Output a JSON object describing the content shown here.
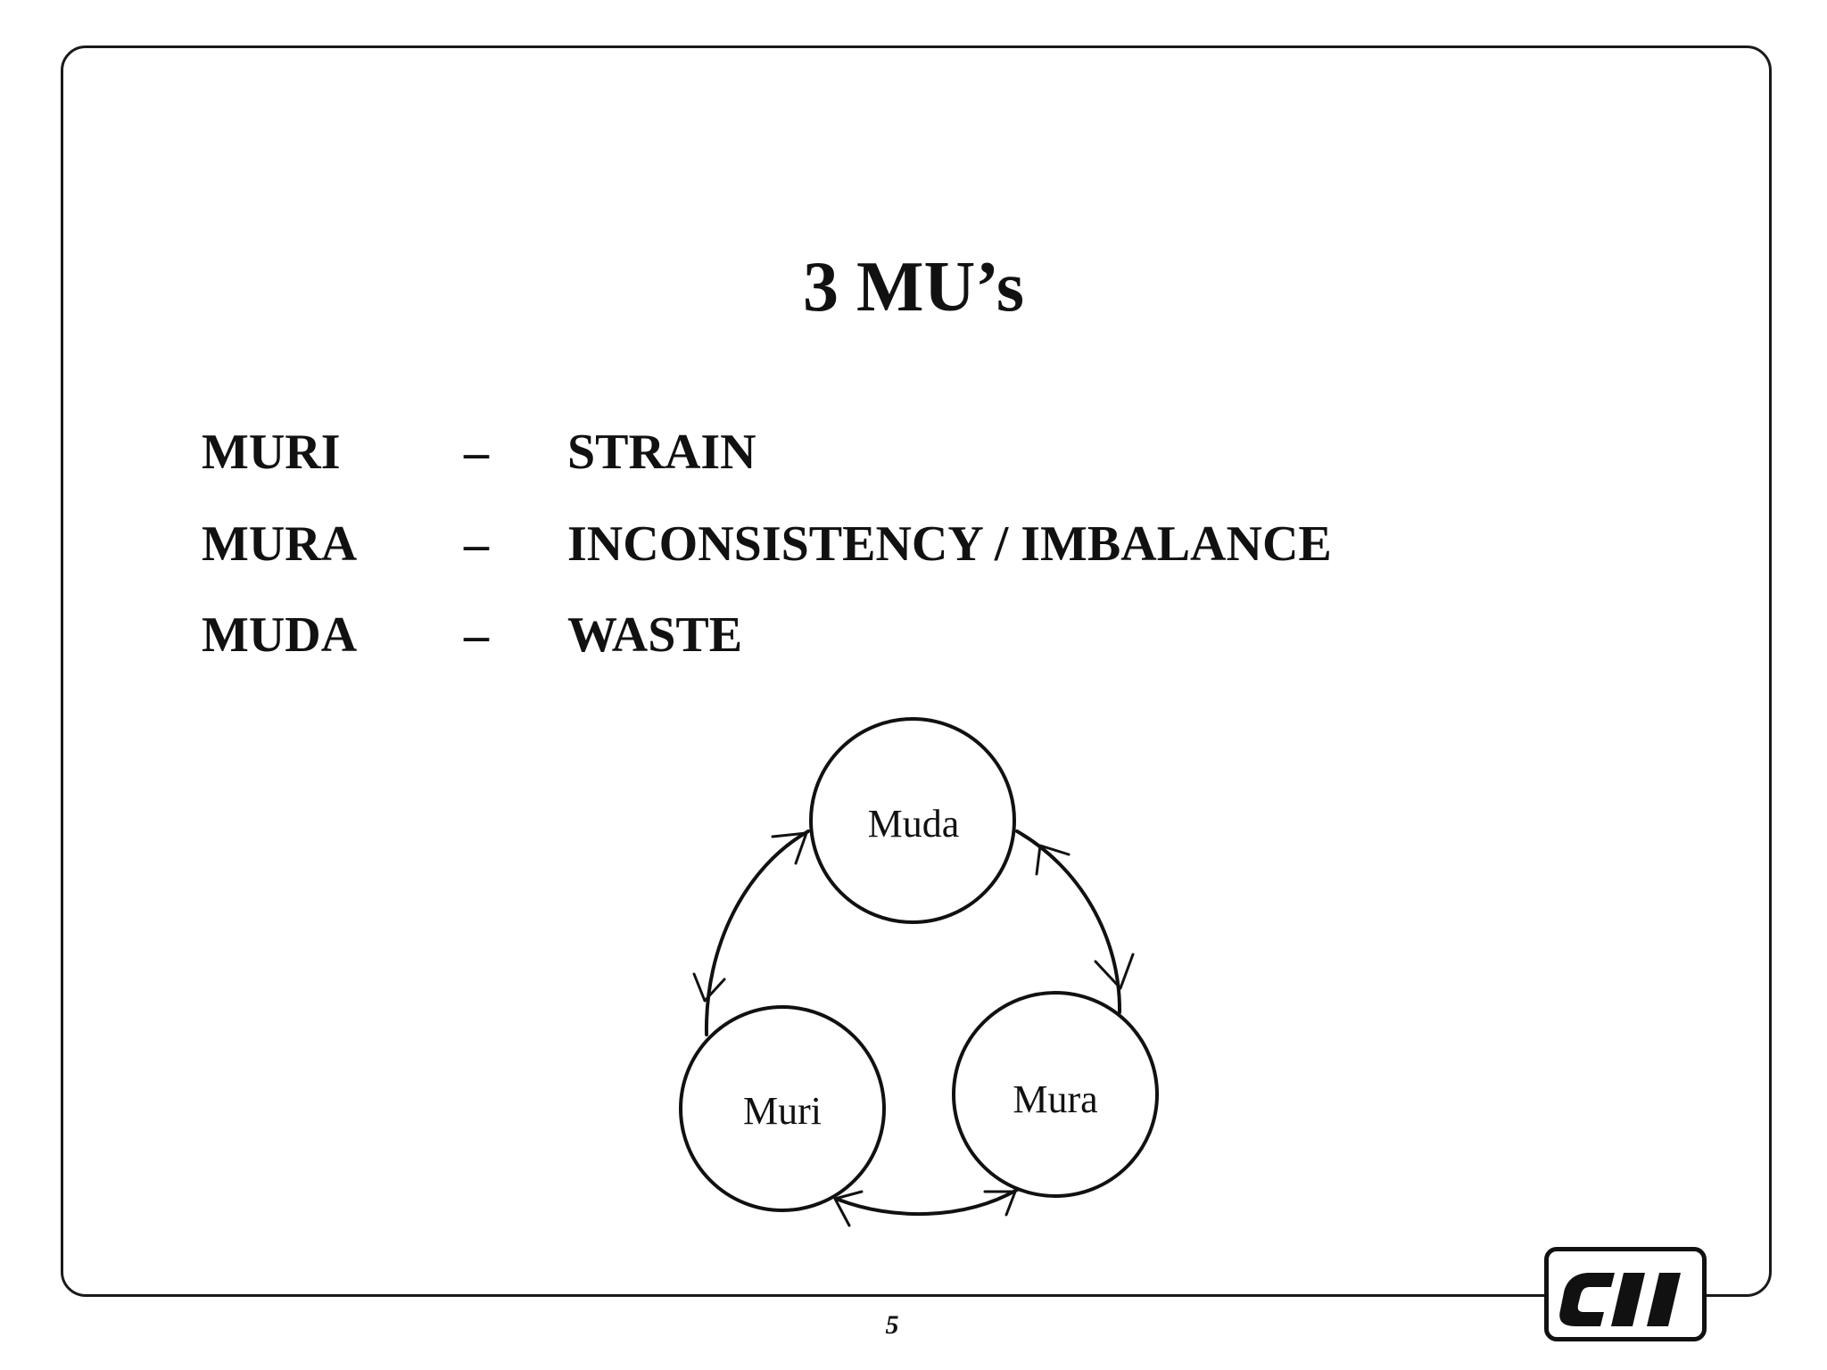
{
  "slide": {
    "title": "3 MU’s",
    "page_number": "5"
  },
  "definitions": [
    {
      "term": "MURI",
      "dash": "–",
      "meaning": "STRAIN"
    },
    {
      "term": "MURA",
      "dash": "–",
      "meaning": "INCONSISTENCY / IMBALANCE"
    },
    {
      "term": "MUDA",
      "dash": "–",
      "meaning": "WASTE"
    }
  ],
  "diagram": {
    "nodes": [
      {
        "id": "muda",
        "label": "Muda"
      },
      {
        "id": "muri",
        "label": "Muri"
      },
      {
        "id": "mura",
        "label": "Mura"
      }
    ],
    "connections": [
      {
        "between": [
          "muda",
          "muri"
        ],
        "arrows": "both"
      },
      {
        "between": [
          "muda",
          "mura"
        ],
        "arrows": "both"
      },
      {
        "between": [
          "muri",
          "mura"
        ],
        "arrows": "both"
      }
    ]
  },
  "logo": {
    "text": "CII"
  },
  "colors": {
    "ink": "#111111",
    "background": "#ffffff"
  }
}
